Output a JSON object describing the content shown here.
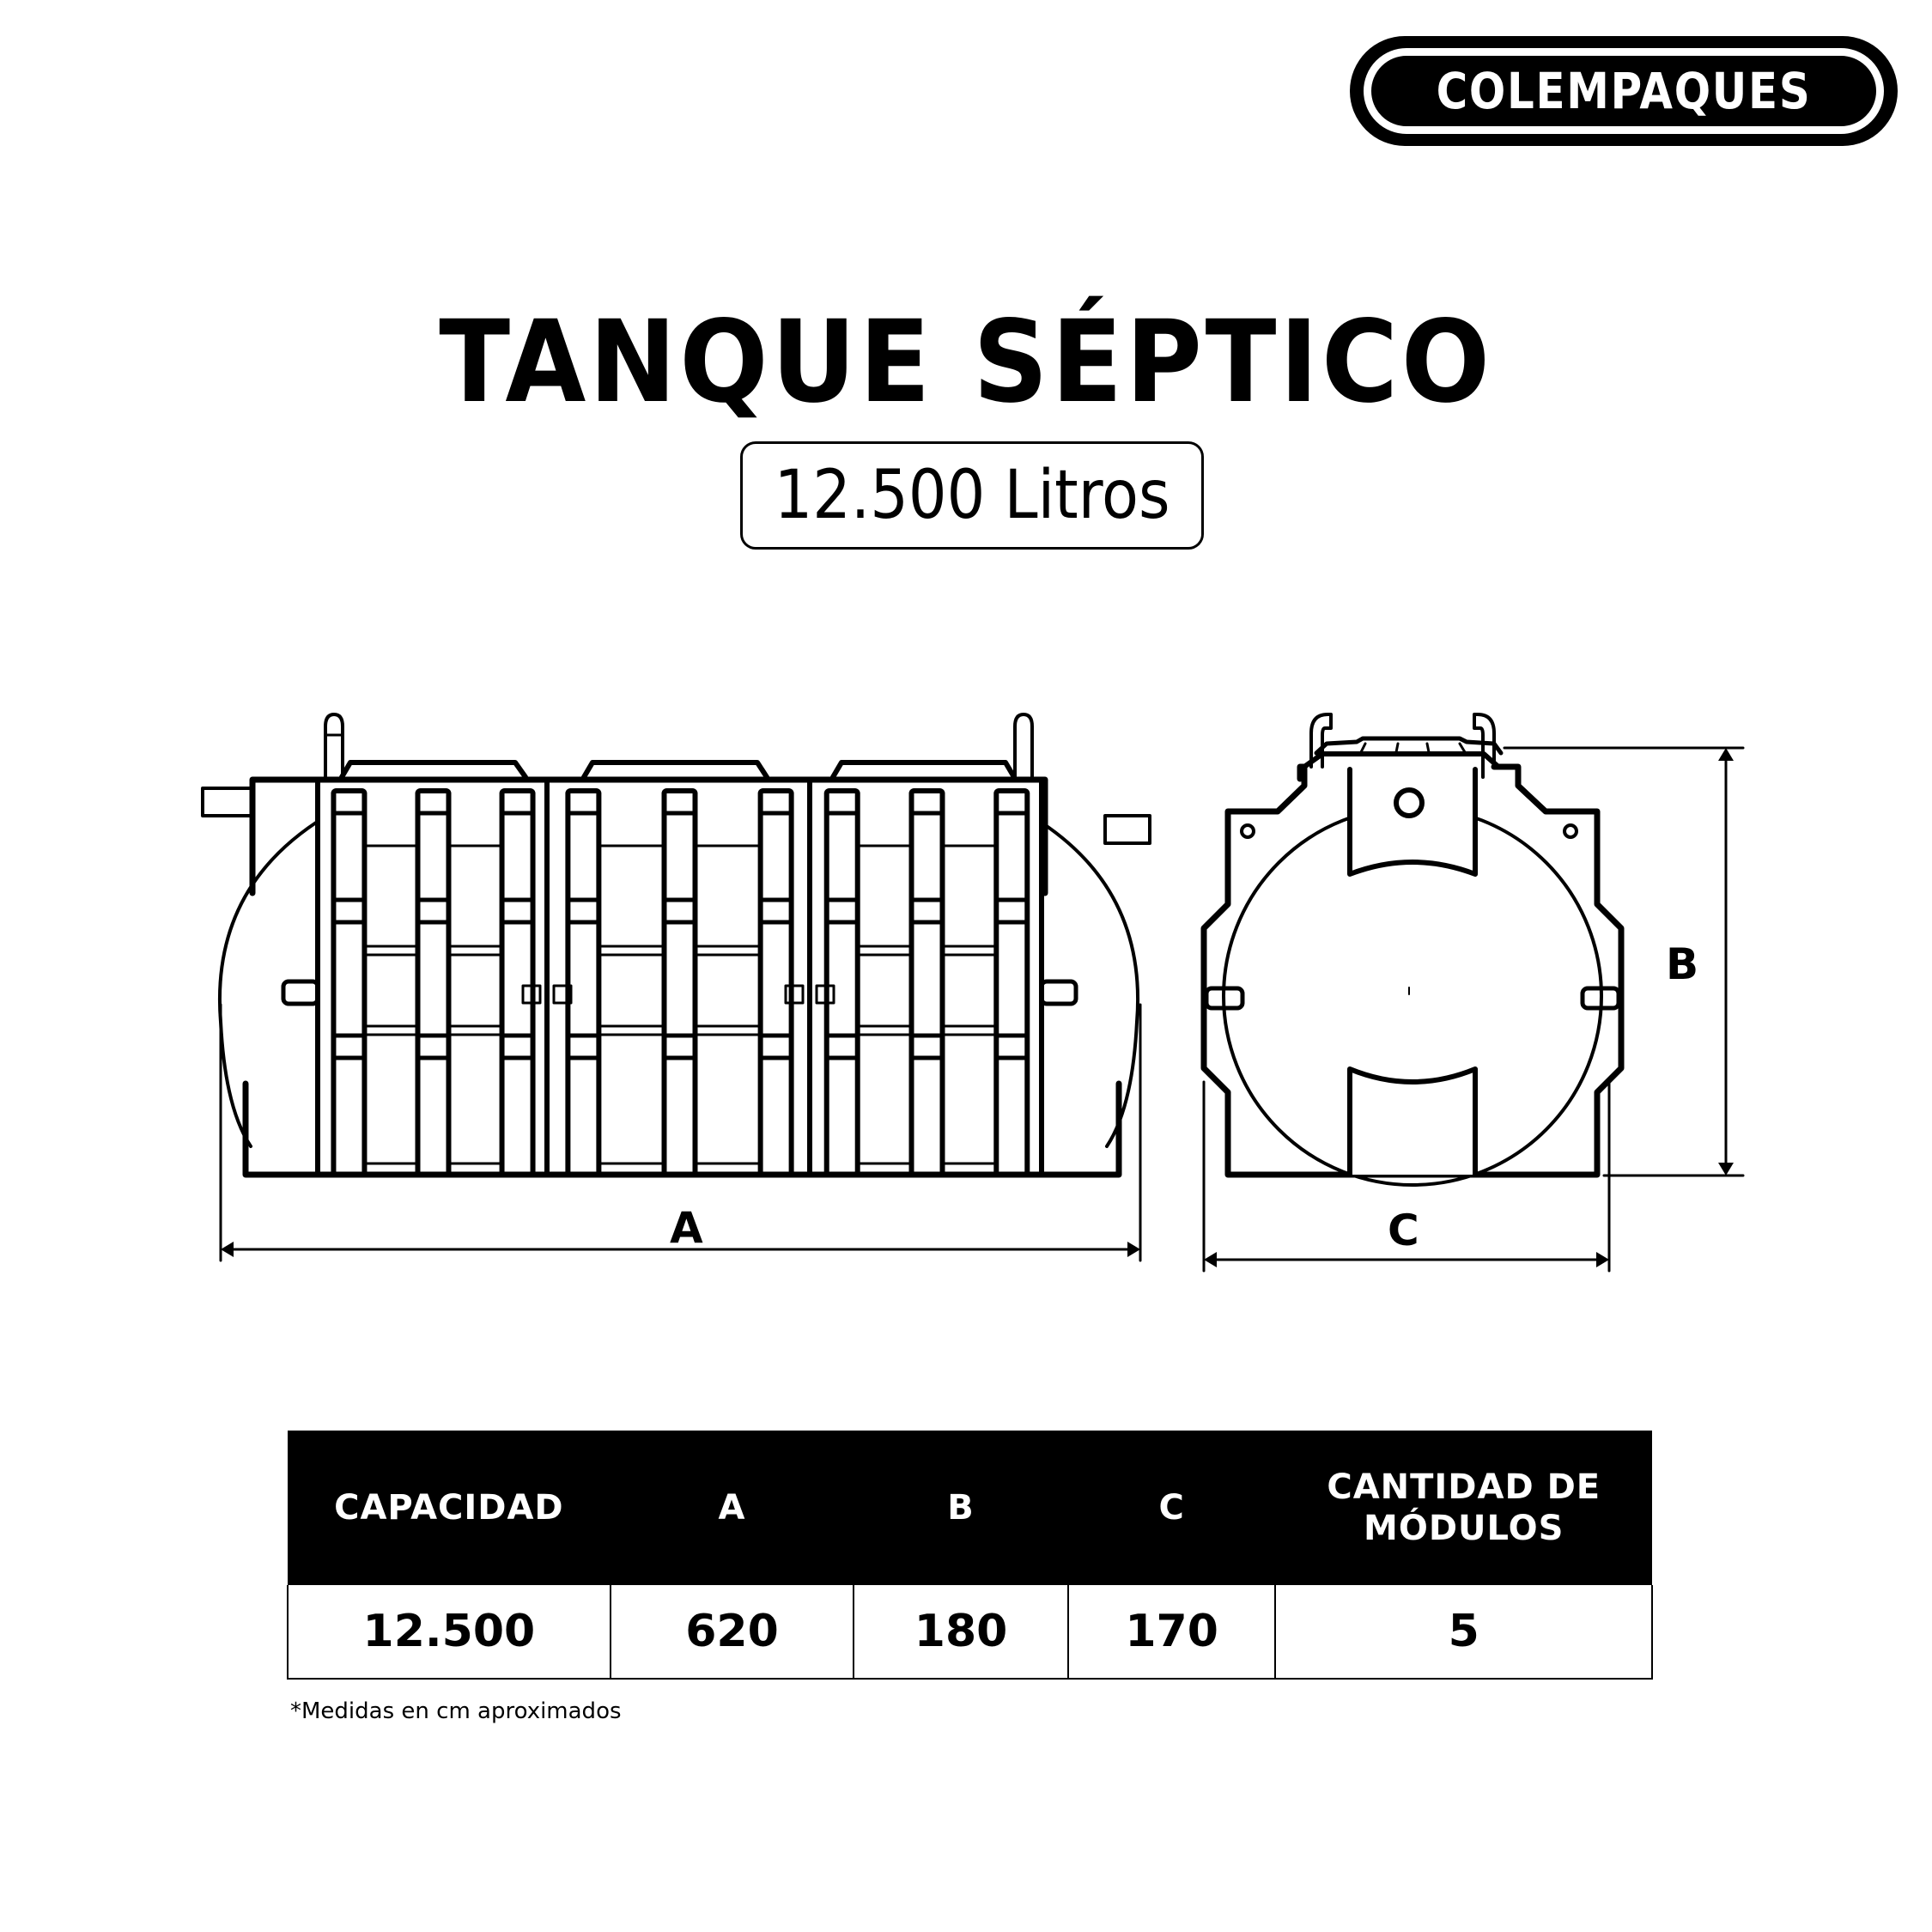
{
  "brand": {
    "logo_text": "COLEMPAQUES"
  },
  "header": {
    "title": "TANQUE SÉPTICO",
    "capacity_label": "12.500 Litros"
  },
  "diagram": {
    "views": [
      "front-view",
      "side-view"
    ],
    "dimension_labels": {
      "A": "A",
      "B": "B",
      "C": "C"
    },
    "modules_shown": 3
  },
  "specs_table": {
    "headers": [
      "CAPACIDAD",
      "A",
      "B",
      "C",
      "CANTIDAD DE MÓDULOS"
    ],
    "header_lines": {
      "modules_line1": "CANTIDAD DE",
      "modules_line2": "MÓDULOS"
    },
    "rows": [
      [
        "12.500",
        "620",
        "180",
        "170",
        "5"
      ]
    ]
  },
  "footnote": "*Medidas en cm aproximados",
  "colors": {
    "ink": "#000000",
    "background": "#ffffff"
  }
}
